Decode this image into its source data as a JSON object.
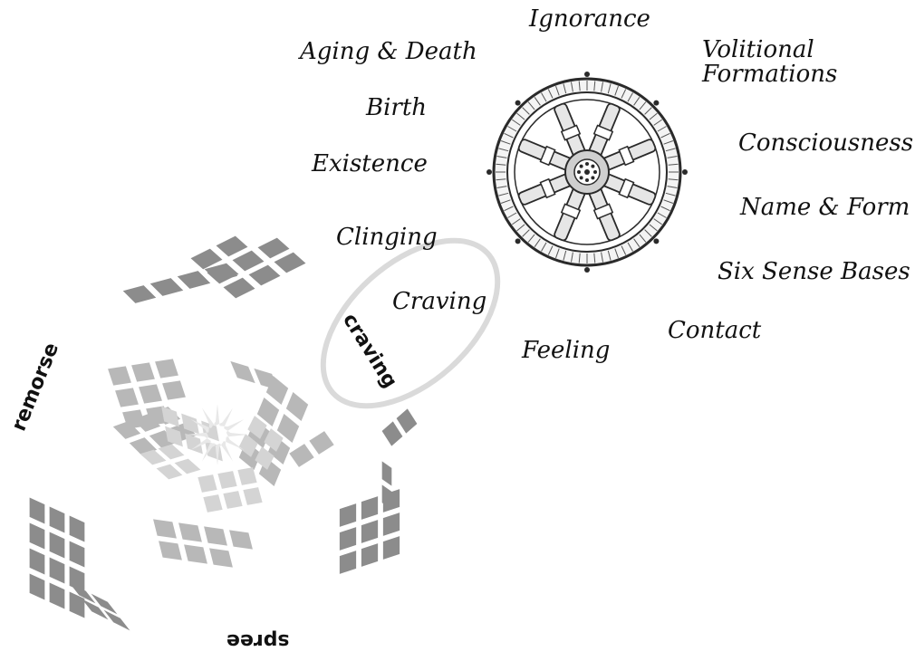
{
  "nidanas": {
    "ignorance": "Ignorance",
    "volitional_formations": "Volitional Formations",
    "consciousness": "Consciousness",
    "name_and_form": "Name & Form",
    "six_sense_bases": "Six Sense Bases",
    "contact": "Contact",
    "feeling": "Feeling",
    "craving": "Craving",
    "clinging": "Clinging",
    "existence": "Existence",
    "birth": "Birth",
    "aging_and_death": "Aging & Death"
  },
  "cycle": {
    "craving": "craving",
    "spree": "spree",
    "remorse": "remorse"
  },
  "colors": {
    "dark_tile": "#8c8c8c",
    "medium_tile": "#b8b8b8",
    "light_tile": "#d4d4d4",
    "faint_tile": "#e8e8e8",
    "highlight_ring": "#dadada",
    "wheel_ink": "#2a2a2a"
  },
  "icons": {
    "wheel": "dharma-wheel-icon",
    "mandala": "spiral-mandala-icon"
  }
}
